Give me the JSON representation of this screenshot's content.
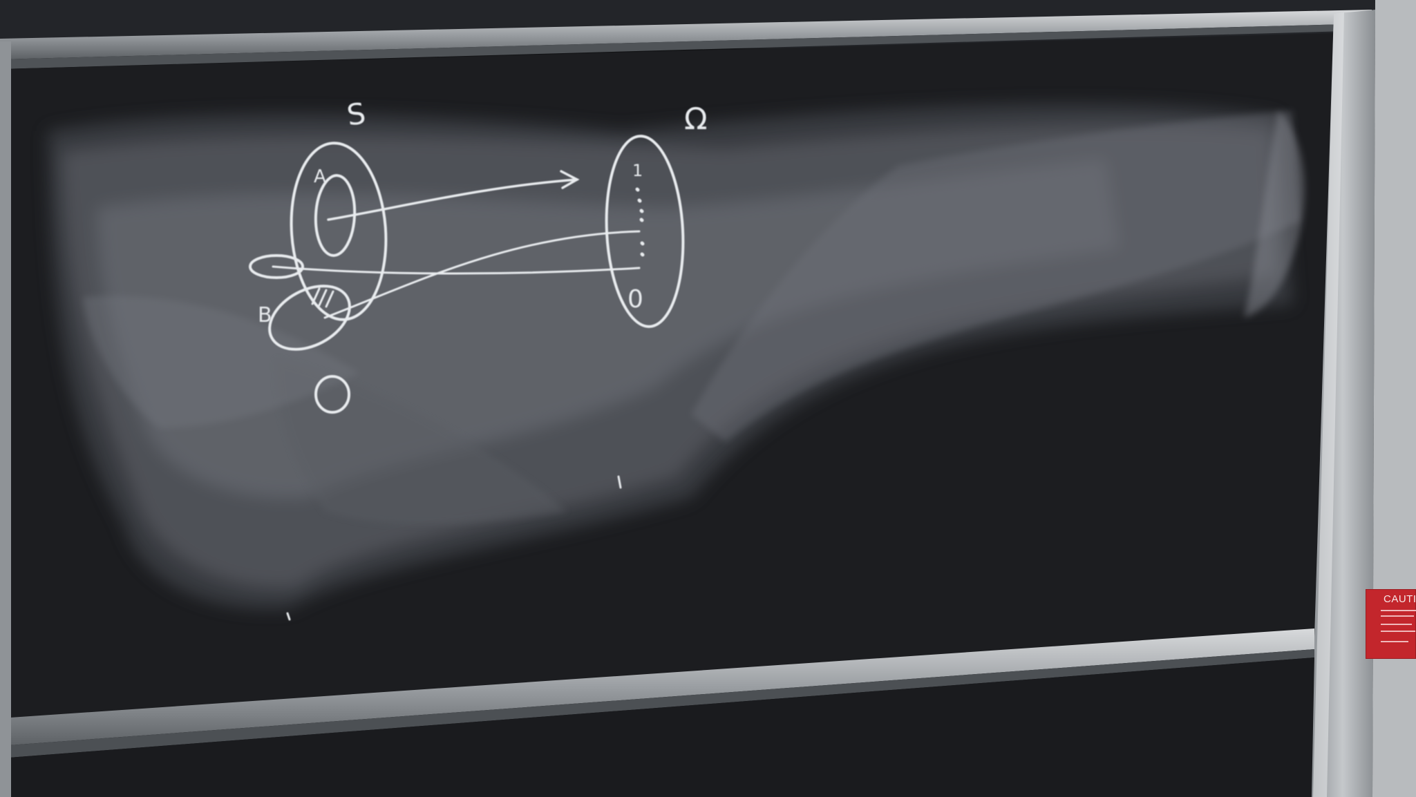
{
  "board": {
    "label_s": "S",
    "label_omega": "Ω",
    "label_a": "A",
    "label_b": "B",
    "label_one": "1",
    "label_zero": "0",
    "chalk_color": "#e9ecef",
    "board_color": "#1c1d20",
    "frame_color": "#b9bcbf"
  },
  "sign": {
    "text": "CAUTI",
    "color": "#c3262c"
  }
}
